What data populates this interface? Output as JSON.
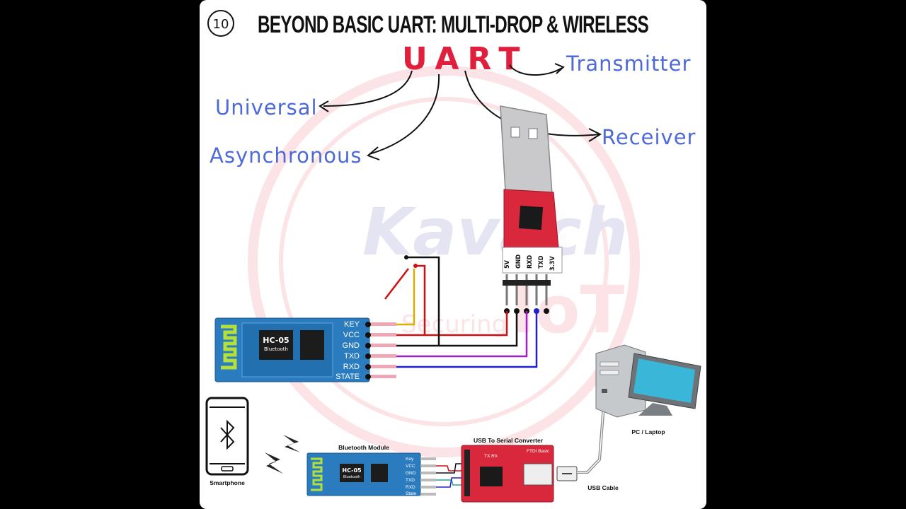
{
  "step_number": "10",
  "title": "BEYOND BASIC UART: MULTI-DROP & WIRELESS",
  "acronym": "UART",
  "expansions": {
    "universal": "Universal",
    "asynchronous": "Asynchronous",
    "transmitter": "Transmitter",
    "receiver": "Receiver"
  },
  "watermark": {
    "line1": "Kavach",
    "line2": "IoT",
    "line3": "Securing"
  },
  "usb_adapter_pins": [
    "5V",
    "GND",
    "RXD",
    "TXD",
    "3.3V"
  ],
  "hc05_module": {
    "name": "HC-05",
    "subtitle": "Bluetooth",
    "pins": [
      "KEY",
      "VCC",
      "GND",
      "TXD",
      "RXD",
      "STATE"
    ]
  },
  "bottom_diagram": {
    "smartphone_label": "Smartphone",
    "bluetooth_module_label": "Bluetooth Module",
    "hc05_name": "HC-05",
    "hc05_sub": "Bluetooth",
    "module_pins": [
      "Key",
      "VCC",
      "GND",
      "TXD",
      "RXD",
      "State"
    ],
    "converter_label": "USB To Serial Converter",
    "ftdi_label": "FTDI Basic",
    "tx_rx_label": "TX RX",
    "usb_cable_label": "USB Cable",
    "pc_label": "PC / Laptop"
  },
  "colors": {
    "accent_red": "#e01f3d",
    "hand_blue": "#4d6ad6",
    "hc05_blue": "#2b7bbf",
    "pcb_red": "#d9283c",
    "wire_red": "#d01010",
    "wire_yellow": "#d8b000",
    "wire_purple": "#a020c8",
    "wire_blue": "#2020c8",
    "wire_black": "#111111"
  }
}
